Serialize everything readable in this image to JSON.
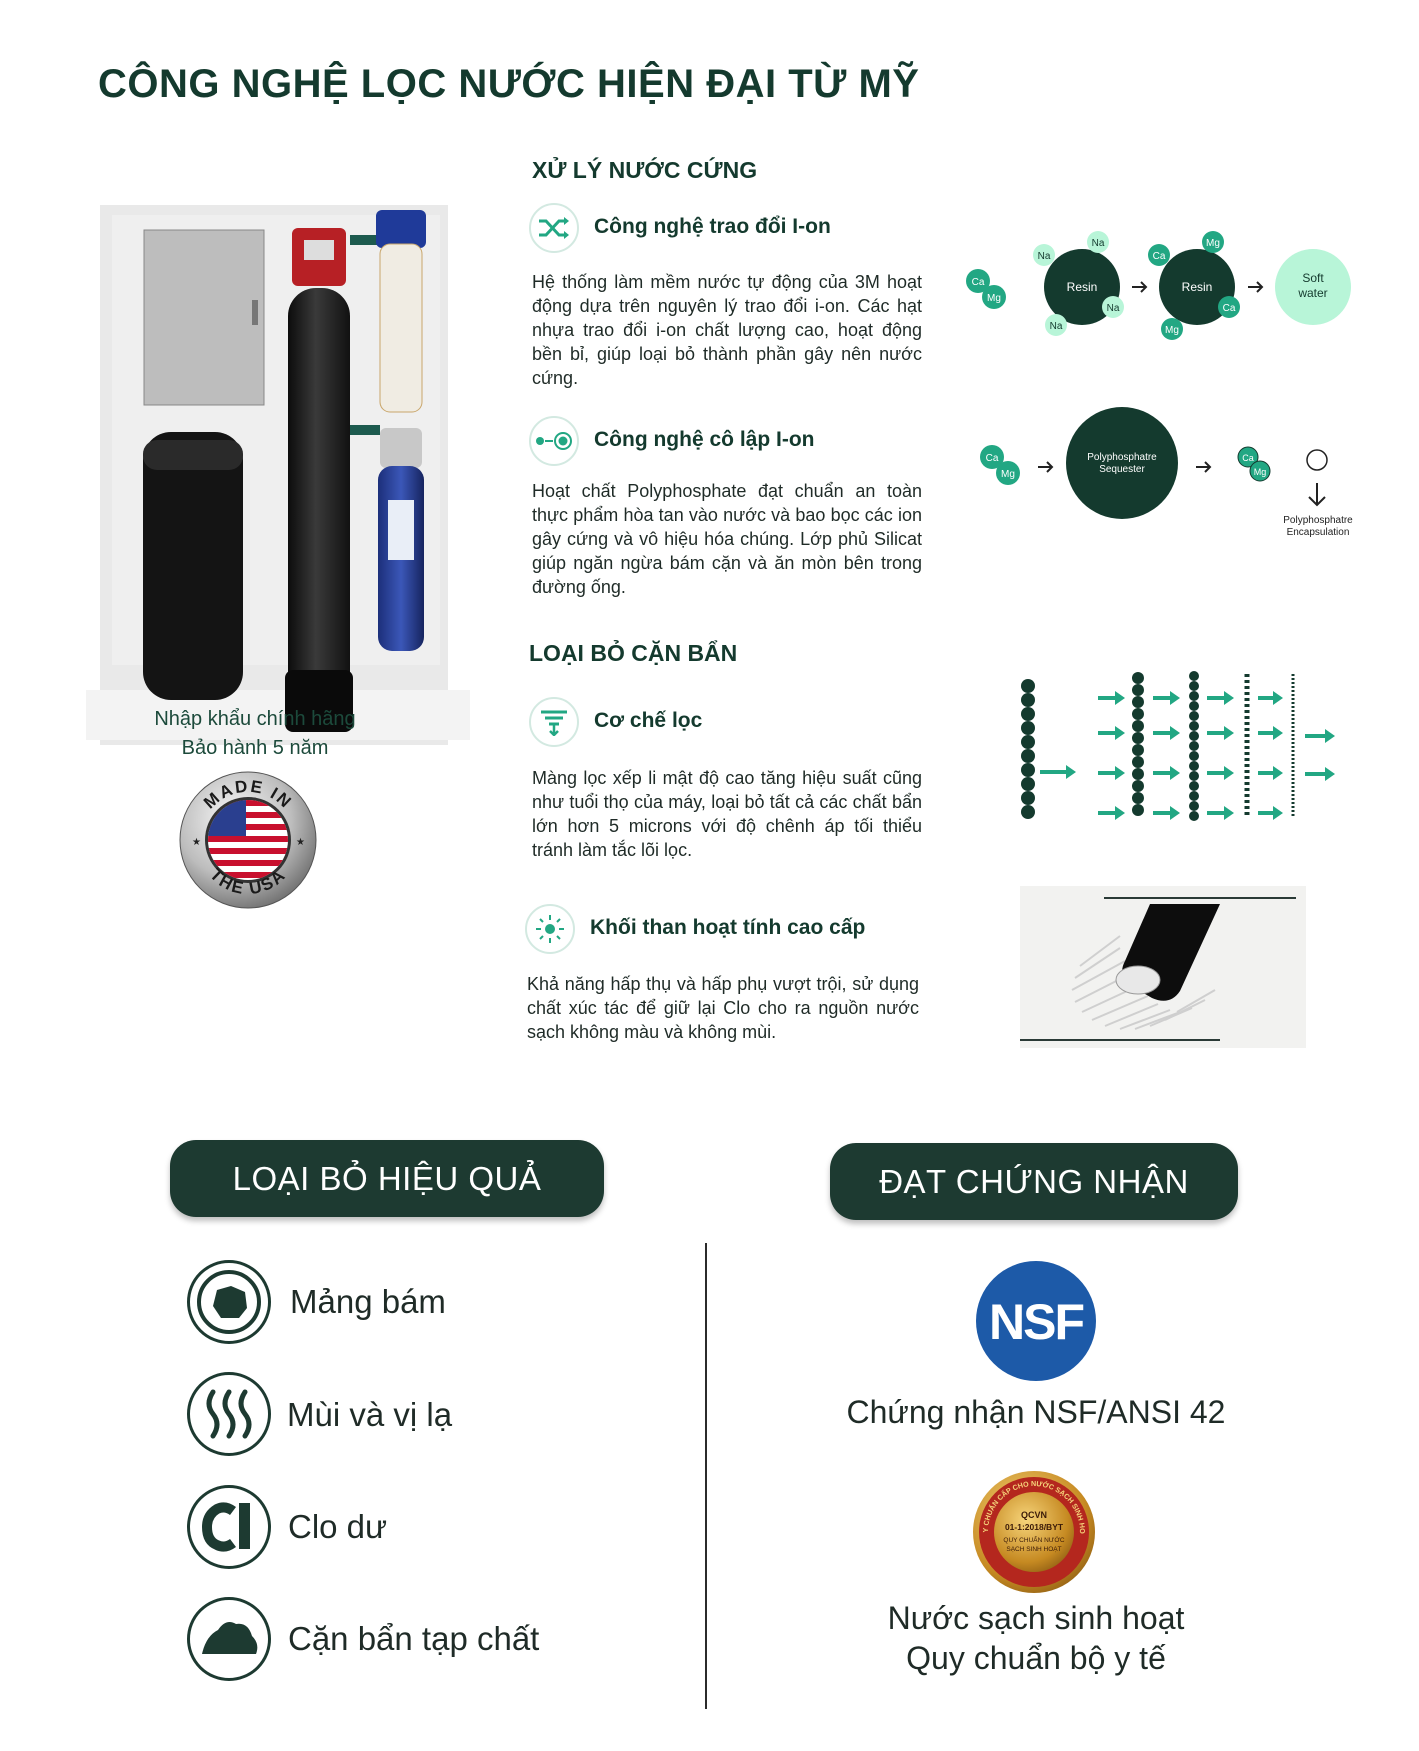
{
  "page_title": "CÔNG NGHỆ LỌC NƯỚC HIỆN ĐẠI TỪ MỸ",
  "product": {
    "caption_line1": "Nhập khẩu chính hãng",
    "caption_line2": "Bảo hành 5 năm",
    "badge": {
      "top_text": "MADE IN",
      "bottom_text": "THE USA"
    }
  },
  "hard_water": {
    "heading": "XỬ LÝ NƯỚC CỨNG",
    "ion_exchange": {
      "title": "Công nghệ trao đổi I-on",
      "text": "Hệ thống làm mềm nước tự động của 3M hoạt động dựa trên nguyên lý trao đổi i-on. Các hạt nhựa trao đổi i-on chất lượng cao, hoạt động bền bỉ, giúp loại bỏ thành phần gây nên nước cứng.",
      "diagram": {
        "resin": "Resin",
        "na": "Na",
        "ca": "Ca",
        "mg": "Mg",
        "soft1": "Soft",
        "soft2": "water"
      }
    },
    "ion_isolation": {
      "title": "Công nghệ cô lập I-on",
      "text": "Hoạt chất Polyphosphate đạt chuẩn an toàn thực phẩm hòa tan vào nước và bao bọc các ion gây cứng và vô hiệu hóa chúng. Lớp phủ Silicat giúp ngăn ngừa bám cặn và ăn mòn bên trong đường ống.",
      "diagram": {
        "sequester1": "Polyphosphatre",
        "sequester2": "Sequester",
        "encap1": "Polyphosphatre",
        "encap2": "Encapsulation",
        "ca": "Ca",
        "mg": "Mg"
      }
    }
  },
  "sediment": {
    "heading": "LOẠI BỎ CẶN BẨN",
    "filter": {
      "title": "Cơ chế lọc",
      "text": "Màng lọc xếp li mật độ cao tăng hiệu suất cũng như tuổi thọ của máy, loại bỏ tất cả các chất bẩn lớn hơn 5 microns với độ chênh áp tối thiểu tránh làm tắc lõi lọc."
    },
    "carbon": {
      "title": "Khối than hoạt tính cao cấp",
      "text": "Khả năng hấp thụ và hấp phụ vượt trội, sử dụng chất xúc tác để giữ lại Clo cho ra nguồn nước sạch không màu và không mùi."
    }
  },
  "removal": {
    "heading": "LOẠI BỎ HIỆU QUẢ",
    "items": [
      {
        "label": "Mảng bám",
        "icon": "plaque-icon"
      },
      {
        "label": "Mùi và vị lạ",
        "icon": "odor-icon"
      },
      {
        "label": "Clo dư",
        "icon": "chlorine-icon"
      },
      {
        "label": "Cặn bẩn tạp chất",
        "icon": "sediment-icon"
      }
    ]
  },
  "certification": {
    "heading": "ĐẠT CHỨNG NHẬN",
    "nsf_logo_text": "NSF",
    "nsf_label": "Chứng nhận NSF/ANSI 42",
    "qcvn": {
      "ring_top": "QUY CHUẨN CẤP CHO NƯỚC SẠCH SINH HOẠT",
      "code": "QCVN",
      "standard": "01-1:2018/BYT",
      "line1": "QUY CHUẨN NƯỚC",
      "line2": "SẠCH SINH HOẠT"
    },
    "qcvn_label_line1": "Nước sạch sinh hoạt",
    "qcvn_label_line2": "Quy chuẩn bộ y tế"
  },
  "colors": {
    "dark_green": "#1d3a31",
    "teal": "#22a783",
    "mint": "#b8f5d8"
  }
}
